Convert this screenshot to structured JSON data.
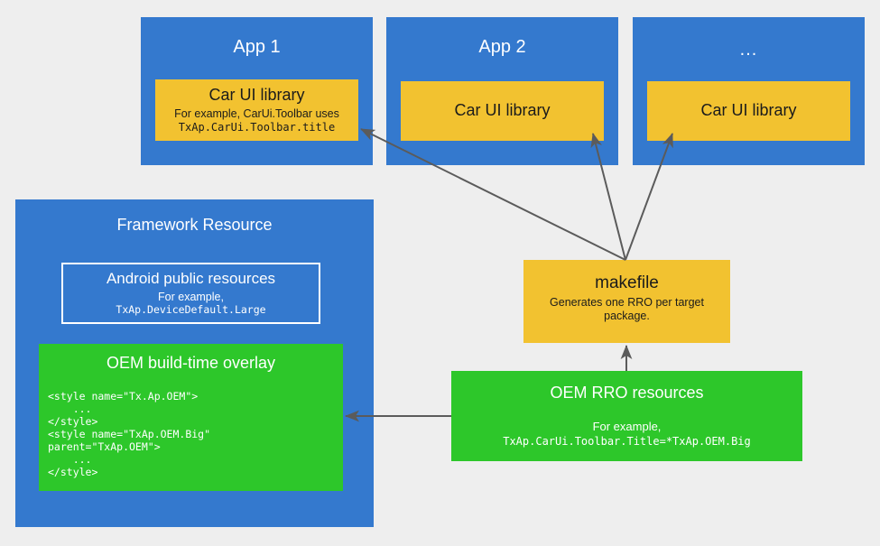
{
  "diagram": {
    "title": "Android Car UI library RRO resource overlay flow",
    "background_color": "#eeeeee",
    "colors": {
      "blue": "#3479ce",
      "yellow": "#f2c230",
      "green": "#2dc72a",
      "arrow": "#5b5b5b",
      "white": "#ffffff",
      "black": "#1b1b1b"
    }
  },
  "apps": [
    {
      "title": "App 1",
      "library": {
        "title": "Car UI library",
        "example_line1": "For example, CarUi.Toolbar uses",
        "example_line2": "TxAp.CarUi.Toolbar.title"
      }
    },
    {
      "title": "App 2",
      "library": {
        "title": "Car UI library",
        "example_line1": "",
        "example_line2": ""
      }
    },
    {
      "title": "...",
      "library": {
        "title": "Car UI library",
        "example_line1": "",
        "example_line2": ""
      }
    }
  ],
  "framework": {
    "title": "Framework Resource",
    "public_resources": {
      "title": "Android public resources",
      "example_line1": "For example,",
      "example_line2": "TxAp.DeviceDefault.Large"
    },
    "build_overlay": {
      "title": "OEM build-time overlay",
      "code": "<style name=\"Tx.Ap.OEM\">\n    ...\n</style>\n<style name=\"TxAp.OEM.Big\"\nparent=\"TxAp.OEM\">\n    ...\n</style>"
    }
  },
  "makefile": {
    "title": "makefile",
    "description_line1": "Generates one RRO per target",
    "description_line2": "package."
  },
  "rro": {
    "title": "OEM RRO resources",
    "example_line1": "For example,",
    "example_line2": "TxAp.CarUi.Toolbar.Title=*TxAp.OEM.Big"
  },
  "connections": [
    {
      "name": "makefile-to-app1-library",
      "from": "makefile",
      "to": "app1-car-ui-library"
    },
    {
      "name": "makefile-to-app2-library",
      "from": "makefile",
      "to": "app2-car-ui-library"
    },
    {
      "name": "makefile-to-app3-library",
      "from": "makefile",
      "to": "app3-car-ui-library"
    },
    {
      "name": "rro-to-makefile",
      "from": "oem-rro-resources",
      "to": "makefile"
    },
    {
      "name": "rro-to-build-overlay",
      "from": "oem-rro-resources",
      "to": "oem-build-time-overlay"
    }
  ]
}
